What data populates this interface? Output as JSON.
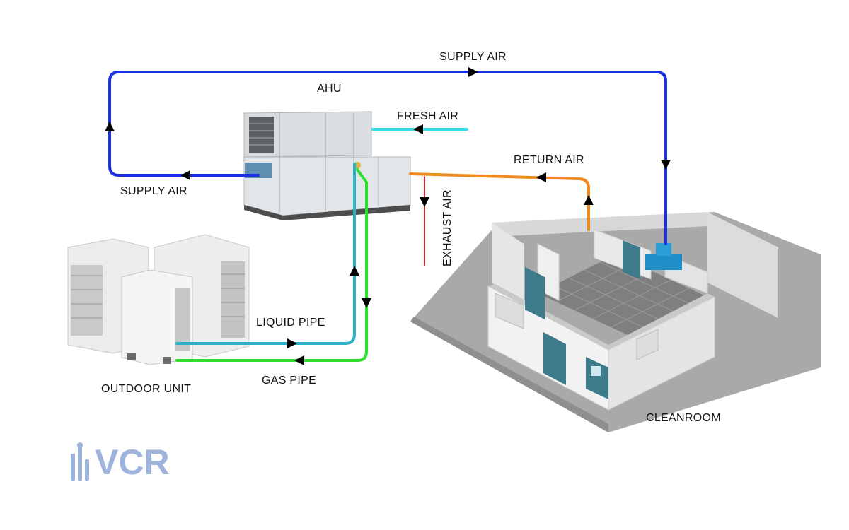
{
  "labels": {
    "supply_air_top": "SUPPLY AIR",
    "ahu": "AHU",
    "fresh_air": "FRESH AIR",
    "return_air": "RETURN AIR",
    "supply_air_left": "SUPPLY AIR",
    "exhaust_air": "EXHAUST AIR",
    "liquid_pipe": "LIQUID PIPE",
    "gas_pipe": "GAS PIPE",
    "outdoor_unit": "OUTDOOR UNIT",
    "cleanroom": "CLEANROOM"
  },
  "logo": {
    "text": "VCR"
  },
  "colors": {
    "supply_air": "#1a2ee8",
    "fresh_air": "#33dde8",
    "return_air": "#f08a1c",
    "exhaust_air": "#e02020",
    "liquid_pipe": "#2bb3c9",
    "gas_pipe": "#2ee02e",
    "logo": "#9db3dc"
  }
}
